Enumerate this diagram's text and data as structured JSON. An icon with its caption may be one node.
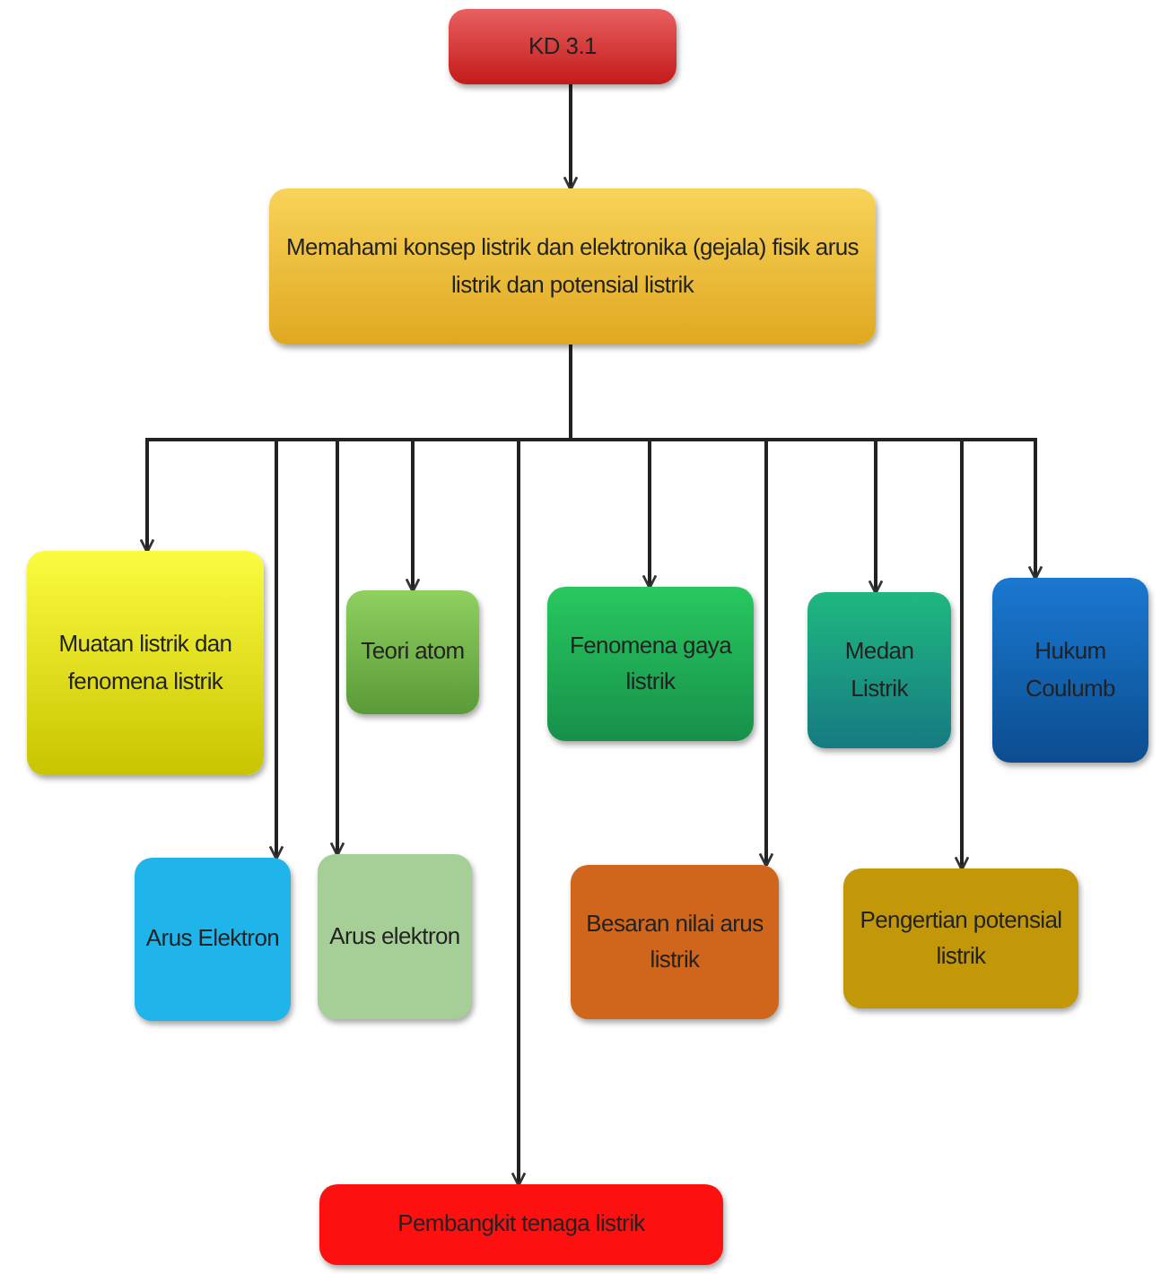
{
  "diagram": {
    "nodes": [
      {
        "text": [
          "KD 3.1"
        ]
      },
      {
        "text": [
          "Memahami konsep listrik dan elektronika (gejala) fisik arus listrik dan potensial listrik"
        ]
      },
      {
        "text": [
          "Muatan listrik dan fenomena listrik"
        ]
      },
      {
        "text": [
          "Teori atom"
        ]
      },
      {
        "text": [
          "Fenomena gaya listrik"
        ]
      },
      {
        "text": [
          "Medan Listrik"
        ]
      },
      {
        "text": [
          "Hukum Coulumb"
        ]
      },
      {
        "text": [
          "Arus Elektron"
        ]
      },
      {
        "text": [
          "Arus elektron"
        ]
      },
      {
        "text": [
          "Besaran nilai arus listrik"
        ]
      },
      {
        "text": [
          "Pengertian potensial listrik"
        ]
      },
      {
        "text": [
          "Pembangkit tenaga listrik"
        ]
      }
    ],
    "edges": [
      {
        "from": 0,
        "to": 1,
        "arrow": "to"
      },
      {
        "from": 1,
        "to": 2,
        "arrow": "to"
      },
      {
        "from": 1,
        "to": 3,
        "arrow": "to"
      },
      {
        "from": 1,
        "to": 4,
        "arrow": "to"
      },
      {
        "from": 1,
        "to": 5,
        "arrow": "to"
      },
      {
        "from": 1,
        "to": 6,
        "arrow": "to"
      },
      {
        "from": 1,
        "to": 7,
        "arrow": "to"
      },
      {
        "from": 1,
        "to": 8,
        "arrow": "to"
      },
      {
        "from": 1,
        "to": 9,
        "arrow": "to"
      },
      {
        "from": 1,
        "to": 10,
        "arrow": "to"
      },
      {
        "from": 1,
        "to": 11,
        "arrow": "to"
      }
    ]
  }
}
